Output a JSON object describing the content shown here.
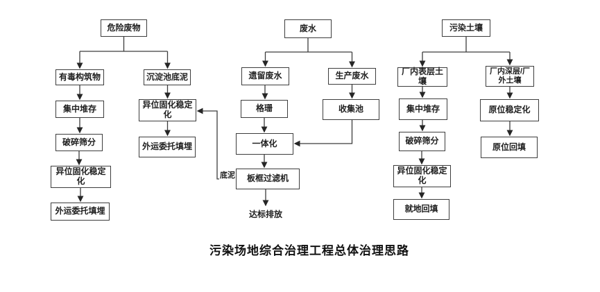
{
  "title": "污染场地综合治理工程总体治理思路",
  "diagram": {
    "hazardous": {
      "root": "危险废物",
      "toxic_structures": "有毒构筑物",
      "central_stockpile": "集中堆存",
      "crush_screen": "破碎筛分",
      "exsitu_solidification": "异位固化稳定化",
      "offsite_landfill": "外运委托填埋",
      "sediment_sludge": "沉淀池底泥",
      "exsitu_solidification_2": "异位固化稳定化",
      "offsite_landfill_2": "外运委托填埋"
    },
    "wastewater": {
      "root": "废水",
      "legacy": "遗留废水",
      "production": "生产废水",
      "grid": "格珊",
      "collection_pool": "收集池",
      "integrated": "一体化",
      "plate_filter": "板框过滤机",
      "discharge": "达标排放",
      "sludge_label": "底泥"
    },
    "soil": {
      "root": "污染土壤",
      "surface_soil": "厂内表层土壤",
      "deep_soil": "厂内深层/厂外土壤",
      "central_stockpile": "集中堆存",
      "crush_screen": "破碎筛分",
      "exsitu_solidification": "异位固化稳定化",
      "onsite_backfill": "就地回填",
      "insitu_stabilization": "原位稳定化",
      "insitu_backfill": "原位回填"
    }
  },
  "colors": {
    "line": "#3c3c3c",
    "box_border": "#3c3c3c",
    "text": "#1f1f1f",
    "background": "#ffffff"
  }
}
